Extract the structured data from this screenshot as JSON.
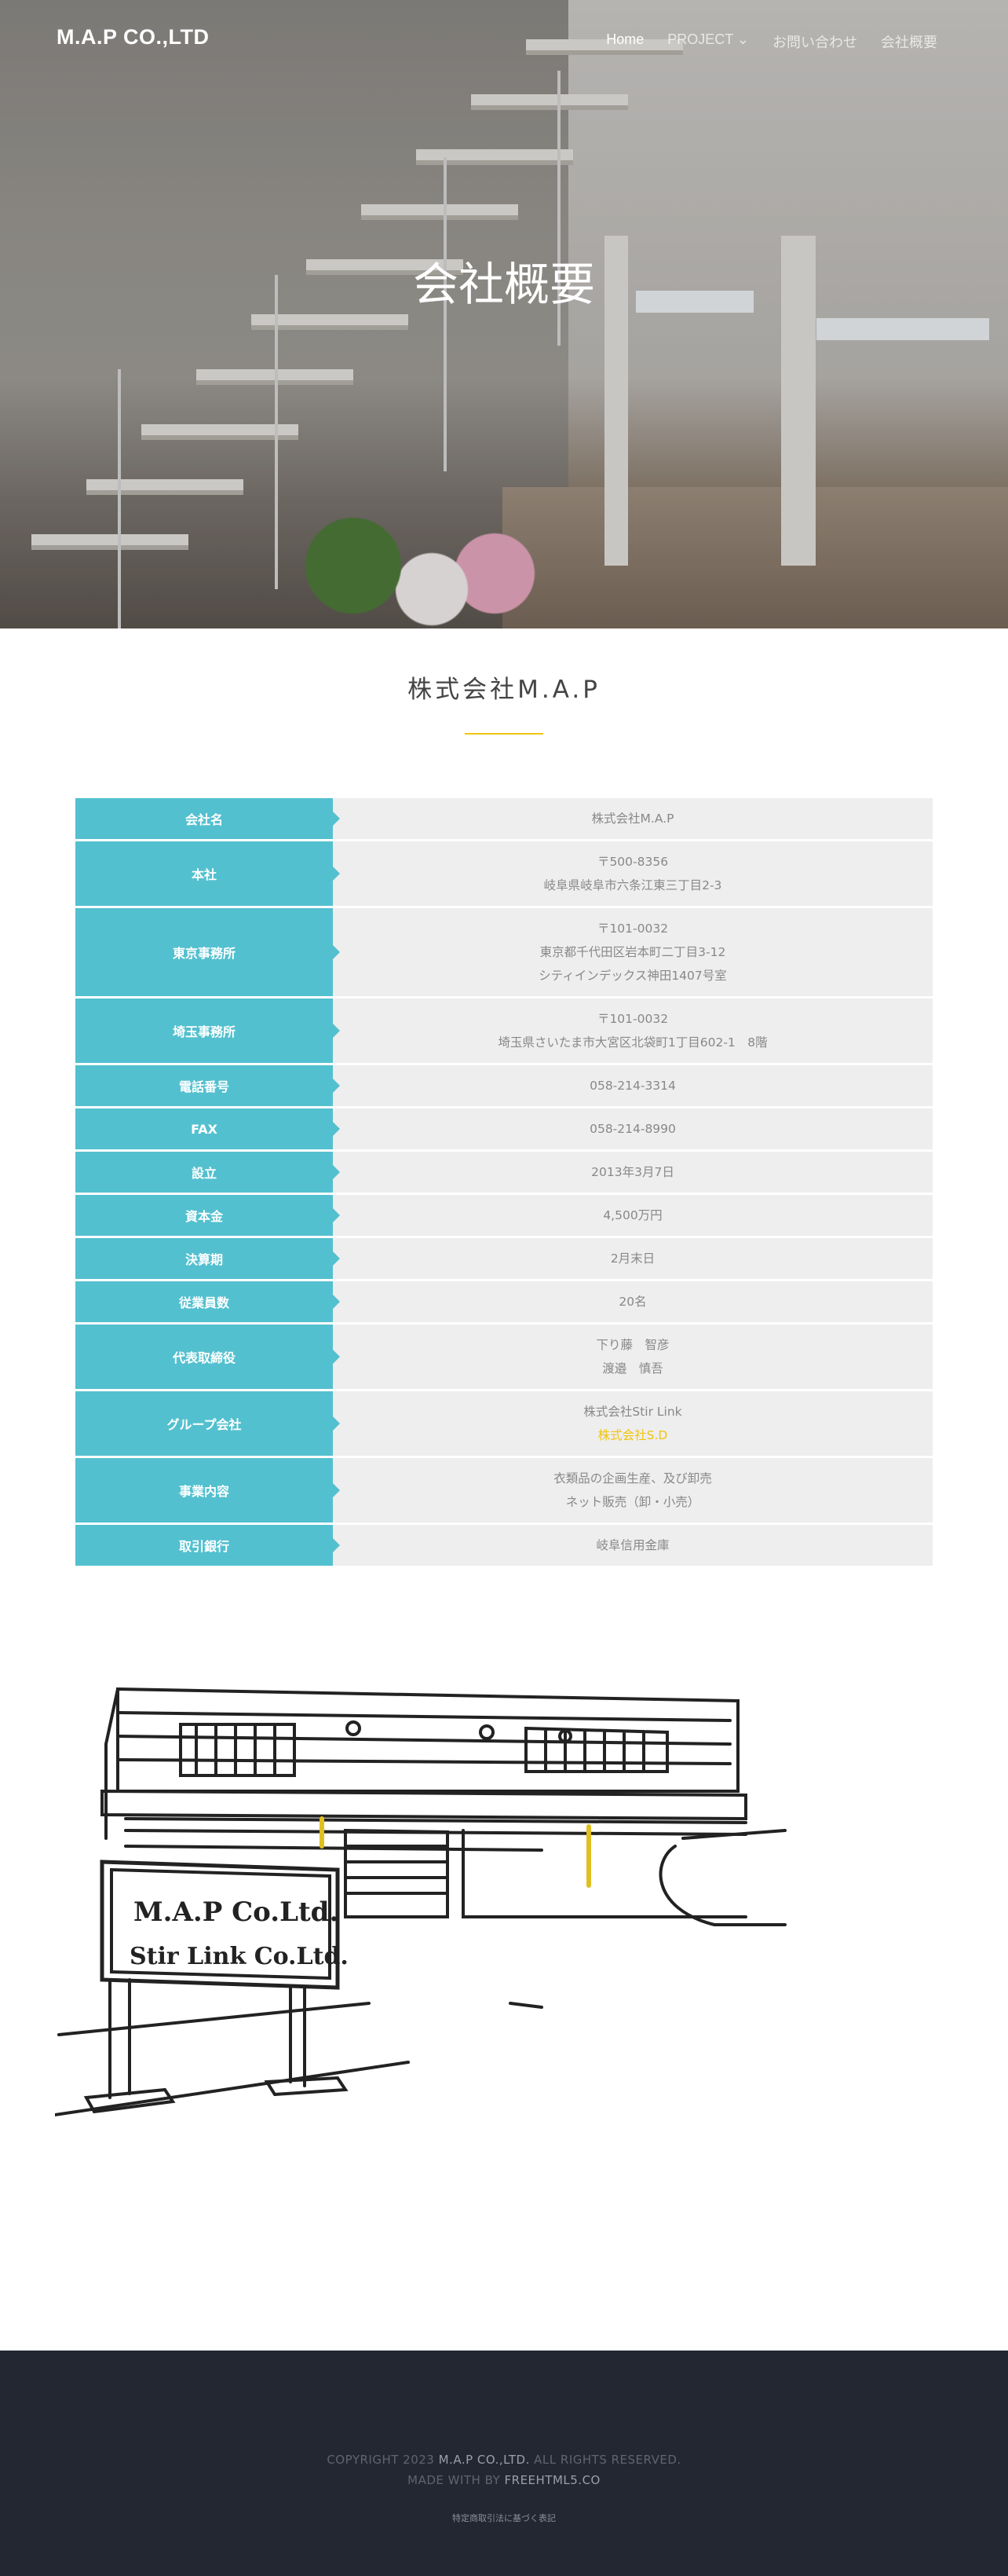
{
  "header": {
    "logo": "M.A.P CO.,LTD",
    "nav": [
      {
        "label": "Home"
      },
      {
        "label": "PROJECT ⌄"
      },
      {
        "label": "お問い合わせ"
      },
      {
        "label": "会社概要"
      }
    ]
  },
  "hero": {
    "title": "会社概要"
  },
  "section": {
    "title": "株式会社M.A.P"
  },
  "table": {
    "rows": [
      {
        "label": "会社名",
        "lines": [
          "株式会社M.A.P"
        ]
      },
      {
        "label": "本社",
        "lines": [
          "〒500-8356",
          "岐阜県岐阜市六条江東三丁目2-3"
        ]
      },
      {
        "label": "東京事務所",
        "lines": [
          "〒101-0032",
          "東京都千代田区岩本町二丁目3-12",
          "シティインデックス神田1407号室"
        ]
      },
      {
        "label": "埼玉事務所",
        "lines": [
          "〒101-0032",
          "埼玉県さいたま市大宮区北袋町1丁目602-1　8階"
        ]
      },
      {
        "label": "電話番号",
        "lines": [
          "058-214-3314"
        ]
      },
      {
        "label": "FAX",
        "lines": [
          "058-214-8990"
        ]
      },
      {
        "label": "設立",
        "lines": [
          "2013年3月7日"
        ]
      },
      {
        "label": "資本金",
        "lines": [
          "4,500万円"
        ]
      },
      {
        "label": "決算期",
        "lines": [
          "2月末日"
        ]
      },
      {
        "label": "従業員数",
        "lines": [
          "20名"
        ]
      },
      {
        "label": "代表取締役",
        "lines": [
          "下り藤　智彦",
          "渡邉　慎吾"
        ]
      },
      {
        "label": "グループ会社",
        "lines": [
          "株式会社Stir Link"
        ],
        "link": "株式会社S.D"
      },
      {
        "label": "事業内容",
        "lines": [
          "衣類品の企画生産、及び卸売",
          "ネット販売（卸・小売）"
        ]
      },
      {
        "label": "取引銀行",
        "lines": [
          "岐阜信用金庫"
        ]
      }
    ]
  },
  "illustration": {
    "sign_line1": "M.A.P Co.Ltd.",
    "sign_line2": "Stir Link Co.Ltd."
  },
  "footer": {
    "copyright_prefix": "COPYRIGHT 2023 ",
    "copyright_company": "M.A.P CO.,LTD.",
    "copyright_suffix": " ALL RIGHTS RESERVED.",
    "made_prefix": "MADE WITH BY ",
    "made_link": "FREEHTML5.CO",
    "legal_link": "特定商取引法に基づく表記"
  },
  "colors": {
    "accent": "#53c0cf",
    "gold": "#f1c40f",
    "footer_bg": "#222731"
  }
}
